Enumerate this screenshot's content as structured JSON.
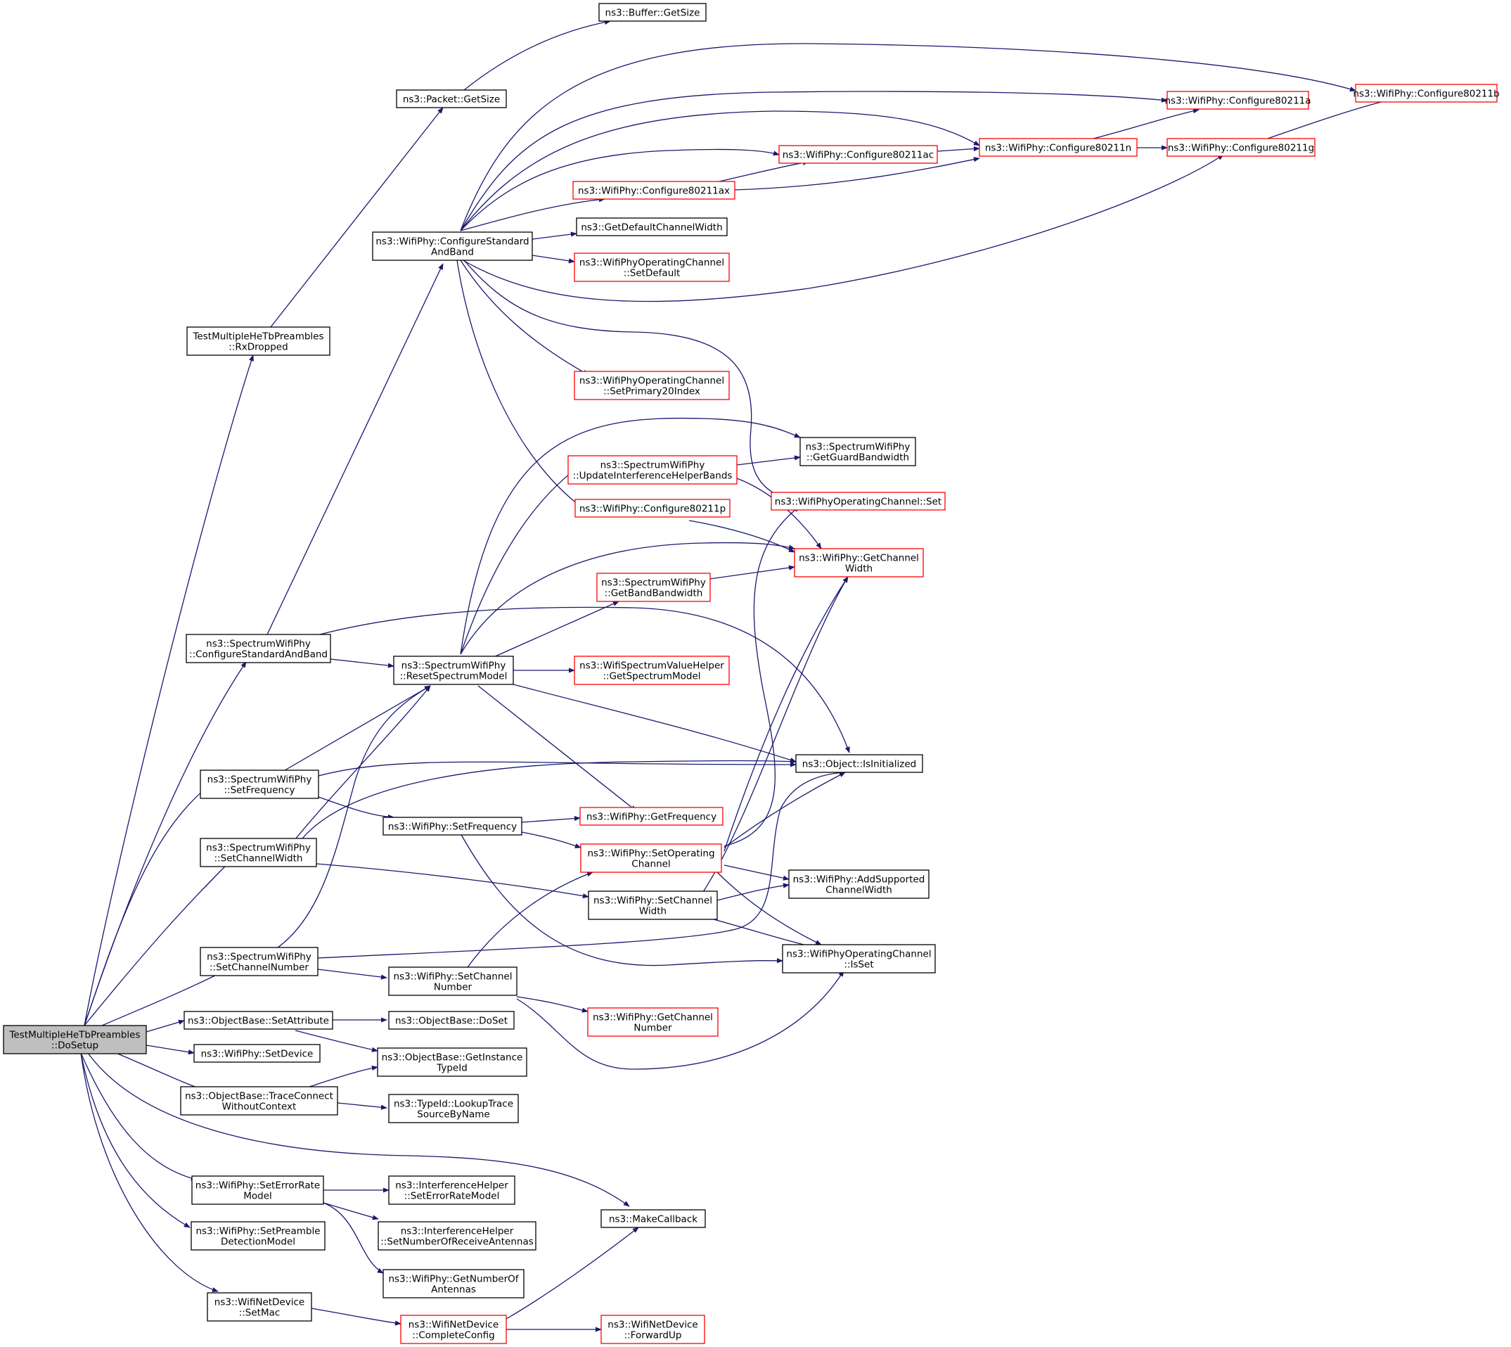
{
  "colors": {
    "edge": "#191970",
    "root_fill": "#bfbfbf",
    "node_fill": "#ffffff",
    "border_black": "#000000",
    "border_red": "#ff0000"
  },
  "nodes": [
    {
      "id": "root",
      "lines": [
        "TestMultipleHeTbPreambles",
        "::DoSetup"
      ],
      "border": "black",
      "root": true
    },
    {
      "id": "rxdropped",
      "lines": [
        "TestMultipleHeTbPreambles",
        "::RxDropped"
      ],
      "border": "black"
    },
    {
      "id": "pkt_getsize",
      "lines": [
        "ns3::Packet::GetSize"
      ],
      "border": "black"
    },
    {
      "id": "buf_getsize",
      "lines": [
        "ns3::Buffer::GetSize"
      ],
      "border": "black"
    },
    {
      "id": "csab",
      "lines": [
        "ns3::WifiPhy::ConfigureStandard",
        "AndBand"
      ],
      "border": "black"
    },
    {
      "id": "c11b",
      "lines": [
        "ns3::WifiPhy::Configure80211b"
      ],
      "border": "red"
    },
    {
      "id": "c11a",
      "lines": [
        "ns3::WifiPhy::Configure80211a"
      ],
      "border": "red"
    },
    {
      "id": "c11n",
      "lines": [
        "ns3::WifiPhy::Configure80211n"
      ],
      "border": "red"
    },
    {
      "id": "c11g",
      "lines": [
        "ns3::WifiPhy::Configure80211g"
      ],
      "border": "red"
    },
    {
      "id": "c11ac",
      "lines": [
        "ns3::WifiPhy::Configure80211ac"
      ],
      "border": "red"
    },
    {
      "id": "c11ax",
      "lines": [
        "ns3::WifiPhy::Configure80211ax"
      ],
      "border": "red"
    },
    {
      "id": "getdefcw",
      "lines": [
        "ns3::GetDefaultChannelWidth"
      ],
      "border": "black"
    },
    {
      "id": "woc_setdefault",
      "lines": [
        "ns3::WifiPhyOperatingChannel",
        "::SetDefault"
      ],
      "border": "red"
    },
    {
      "id": "woc_setprimary",
      "lines": [
        "ns3::WifiPhyOperatingChannel",
        "::SetPrimary20Index"
      ],
      "border": "red"
    },
    {
      "id": "swp_guardbw",
      "lines": [
        "ns3::SpectrumWifiPhy",
        "::GetGuardBandwidth"
      ],
      "border": "black"
    },
    {
      "id": "swp_updateihb",
      "lines": [
        "ns3::SpectrumWifiPhy",
        "::UpdateInterferenceHelperBands"
      ],
      "border": "red"
    },
    {
      "id": "woc_set",
      "lines": [
        "ns3::WifiPhyOperatingChannel::Set"
      ],
      "border": "red"
    },
    {
      "id": "c11p",
      "lines": [
        "ns3::WifiPhy::Configure80211p"
      ],
      "border": "red"
    },
    {
      "id": "getchw",
      "lines": [
        "ns3::WifiPhy::GetChannel",
        "Width"
      ],
      "border": "red"
    },
    {
      "id": "swp_bandbw",
      "lines": [
        "ns3::SpectrumWifiPhy",
        "::GetBandBandwidth"
      ],
      "border": "red"
    },
    {
      "id": "swp_csab",
      "lines": [
        "ns3::SpectrumWifiPhy",
        "::ConfigureStandardAndBand"
      ],
      "border": "black"
    },
    {
      "id": "swp_resetsm",
      "lines": [
        "ns3::SpectrumWifiPhy",
        "::ResetSpectrumModel"
      ],
      "border": "black"
    },
    {
      "id": "wsvh_getsm",
      "lines": [
        "ns3::WifiSpectrumValueHelper",
        "::GetSpectrumModel"
      ],
      "border": "red"
    },
    {
      "id": "obj_isinit",
      "lines": [
        "ns3::Object::IsInitialized"
      ],
      "border": "black"
    },
    {
      "id": "swp_setfreq",
      "lines": [
        "ns3::SpectrumWifiPhy",
        "::SetFrequency"
      ],
      "border": "black"
    },
    {
      "id": "wp_setfreq",
      "lines": [
        "ns3::WifiPhy::SetFrequency"
      ],
      "border": "black"
    },
    {
      "id": "wp_getfreq",
      "lines": [
        "ns3::WifiPhy::GetFrequency"
      ],
      "border": "red"
    },
    {
      "id": "swp_setchw",
      "lines": [
        "ns3::SpectrumWifiPhy",
        "::SetChannelWidth"
      ],
      "border": "black"
    },
    {
      "id": "wp_setopch",
      "lines": [
        "ns3::WifiPhy::SetOperating",
        "Channel"
      ],
      "border": "red"
    },
    {
      "id": "wp_addscw",
      "lines": [
        "ns3::WifiPhy::AddSupported",
        "ChannelWidth"
      ],
      "border": "black"
    },
    {
      "id": "wp_setchw",
      "lines": [
        "ns3::WifiPhy::SetChannel",
        "Width"
      ],
      "border": "black"
    },
    {
      "id": "swp_setchn",
      "lines": [
        "ns3::SpectrumWifiPhy",
        "::SetChannelNumber"
      ],
      "border": "black"
    },
    {
      "id": "woc_isset",
      "lines": [
        "ns3::WifiPhyOperatingChannel",
        "::IsSet"
      ],
      "border": "black"
    },
    {
      "id": "wp_setchn",
      "lines": [
        "ns3::WifiPhy::SetChannel",
        "Number"
      ],
      "border": "black"
    },
    {
      "id": "wp_getchn",
      "lines": [
        "ns3::WifiPhy::GetChannel",
        "Number"
      ],
      "border": "red"
    },
    {
      "id": "ob_setattr",
      "lines": [
        "ns3::ObjectBase::SetAttribute"
      ],
      "border": "black"
    },
    {
      "id": "ob_doset",
      "lines": [
        "ns3::ObjectBase::DoSet"
      ],
      "border": "black"
    },
    {
      "id": "wp_setdevice",
      "lines": [
        "ns3::WifiPhy::SetDevice"
      ],
      "border": "black"
    },
    {
      "id": "ob_getinsttid",
      "lines": [
        "ns3::ObjectBase::GetInstance",
        "TypeId"
      ],
      "border": "black"
    },
    {
      "id": "ob_tcwc",
      "lines": [
        "ns3::ObjectBase::TraceConnect",
        "WithoutContext"
      ],
      "border": "black"
    },
    {
      "id": "tid_lookup",
      "lines": [
        "ns3::TypeId::LookupTrace",
        "SourceByName"
      ],
      "border": "black"
    },
    {
      "id": "wp_seterm",
      "lines": [
        "ns3::WifiPhy::SetErrorRate",
        "Model"
      ],
      "border": "black"
    },
    {
      "id": "ih_seterm",
      "lines": [
        "ns3::InterferenceHelper",
        "::SetErrorRateModel"
      ],
      "border": "black"
    },
    {
      "id": "ih_setnra",
      "lines": [
        "ns3::InterferenceHelper",
        "::SetNumberOfReceiveAntennas"
      ],
      "border": "black"
    },
    {
      "id": "makecb",
      "lines": [
        "ns3::MakeCallback"
      ],
      "border": "black"
    },
    {
      "id": "wp_setpdm",
      "lines": [
        "ns3::WifiPhy::SetPreamble",
        "DetectionModel"
      ],
      "border": "black"
    },
    {
      "id": "wp_getnoa",
      "lines": [
        "ns3::WifiPhy::GetNumberOf",
        "Antennas"
      ],
      "border": "black"
    },
    {
      "id": "wnd_setmac",
      "lines": [
        "ns3::WifiNetDevice",
        "::SetMac"
      ],
      "border": "black"
    },
    {
      "id": "wnd_complete",
      "lines": [
        "ns3::WifiNetDevice",
        "::CompleteConfig"
      ],
      "border": "red"
    },
    {
      "id": "wnd_forwardup",
      "lines": [
        "ns3::WifiNetDevice",
        "::ForwardUp"
      ],
      "border": "red"
    }
  ]
}
